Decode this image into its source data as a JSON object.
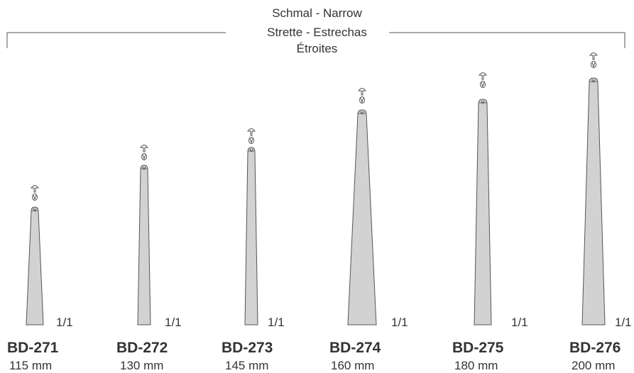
{
  "header": {
    "line1": "Schmal - Narrow",
    "line2": "Strette - Estrechas",
    "line3": "Étroites"
  },
  "products": [
    {
      "code": "BD-271",
      "length": "115 mm",
      "scale": "1/1"
    },
    {
      "code": "BD-272",
      "length": "130 mm",
      "scale": "1/1"
    },
    {
      "code": "BD-273",
      "length": "145 mm",
      "scale": "1/1"
    },
    {
      "code": "BD-274",
      "length": "160 mm",
      "scale": "1/1"
    },
    {
      "code": "BD-275",
      "length": "180 mm",
      "scale": "1/1"
    },
    {
      "code": "BD-276",
      "length": "200 mm",
      "scale": "1/1"
    }
  ],
  "colors": {
    "instrument_fill": "#d2d2d2",
    "instrument_stroke": "#555555",
    "text": "#333333"
  }
}
